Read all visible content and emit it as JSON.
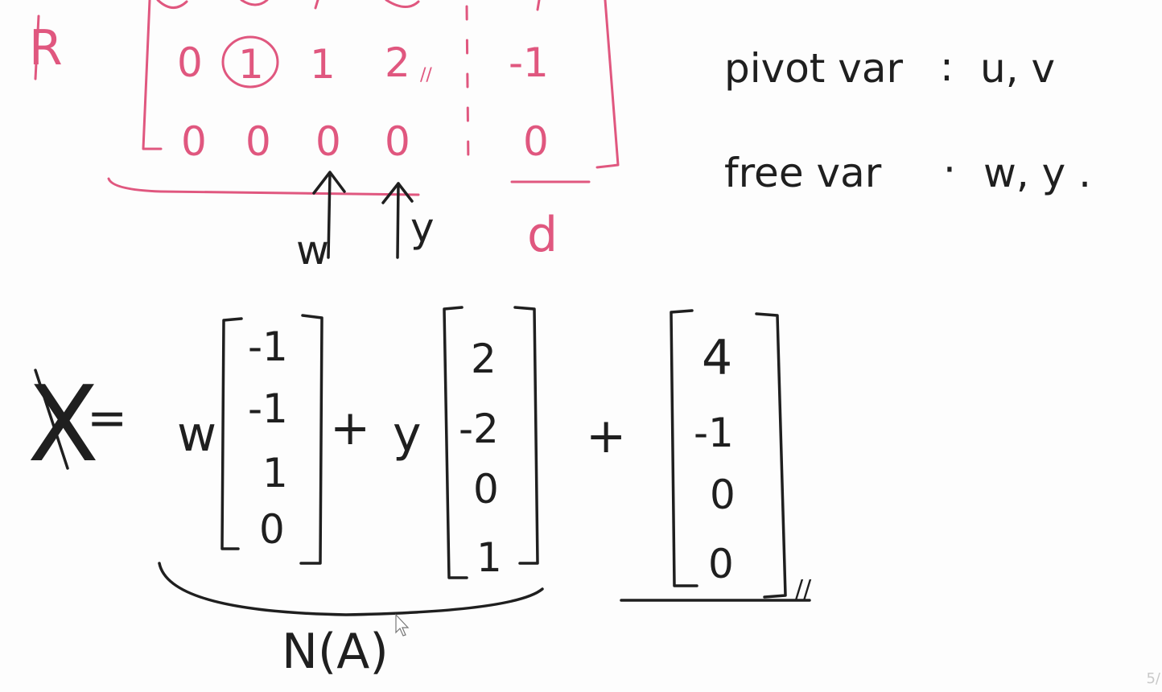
{
  "matrix_R": {
    "label": "R",
    "rows": [
      [
        "0",
        "1",
        "1",
        "2",
        "-1"
      ],
      [
        "0",
        "0",
        "0",
        "0",
        "0"
      ]
    ],
    "pivot_marks": "1",
    "tick_mark": "//",
    "col_labels": {
      "w": "w",
      "y": "y"
    },
    "aug_label": "d"
  },
  "notes": {
    "pivot_label": "pivot var",
    "pivot_sep": ":",
    "pivot_vars": "u, v",
    "free_label": "free var",
    "free_sep": "·",
    "free_vars": "w, y ."
  },
  "equation": {
    "lhs": "X",
    "eq": "=",
    "coef1": "w",
    "vec1": [
      "-1",
      "-1",
      "1",
      "0"
    ],
    "plus1": "+",
    "coef2": "y",
    "vec2": [
      "2",
      "-2",
      "0",
      "1"
    ],
    "plus2": "+",
    "vec3": [
      "4",
      "-1",
      "0",
      "0"
    ],
    "end_mark": "//",
    "nullspace_label": "N(A)"
  },
  "page_number": "5/"
}
